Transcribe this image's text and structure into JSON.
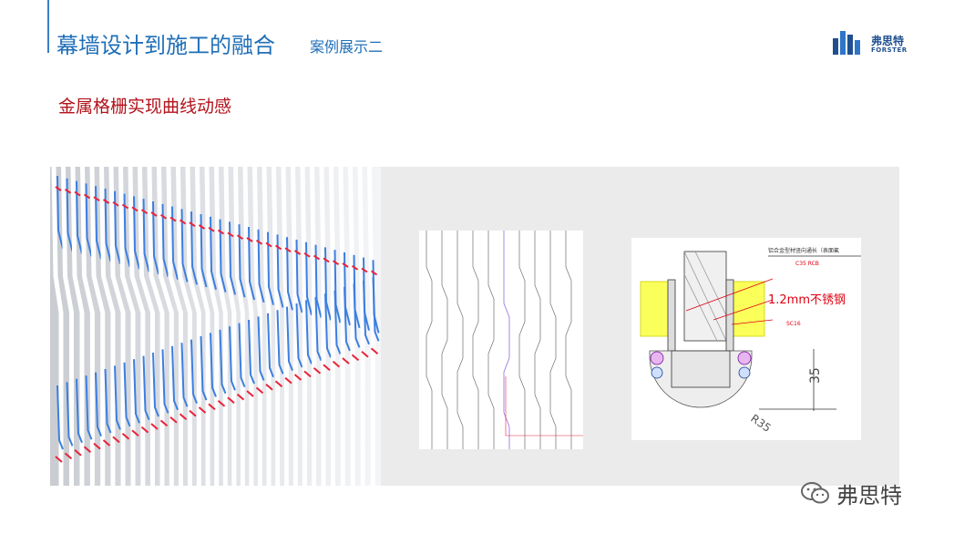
{
  "header": {
    "title": "幕墙设计到施工的融合",
    "subtitle": "案例展示二"
  },
  "logo": {
    "cn": "弗思特",
    "en": "FORSTER"
  },
  "section": {
    "heading": "金属格栅实现曲线动感"
  },
  "drawing": {
    "label_profile": "铝合金型材竖向通长（表面氟",
    "label_c35": "C35 RCB",
    "label_mm": "1.2mm不锈钢",
    "label_ssc": "SC16",
    "dim_35": "35",
    "dim_r35": "R35"
  },
  "watermark": {
    "text": "弗思特"
  },
  "colors": {
    "title_blue": "#1f6fb8",
    "heading_red": "#b3121b",
    "fin_blue": "#3c7fe0",
    "fin_red": "#e8233a"
  }
}
